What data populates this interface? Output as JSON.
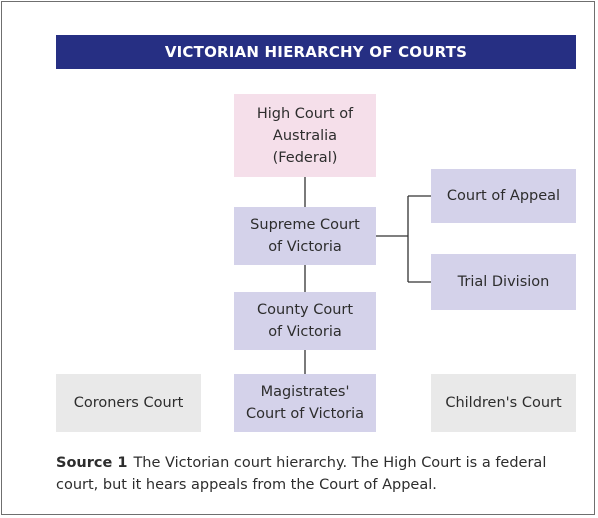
{
  "title": "VICTORIAN HIERARCHY OF COURTS",
  "courts": {
    "high": "High Court of\nAustralia\n(Federal)",
    "supreme": "Supreme Court\nof Victoria",
    "appeal": "Court of Appeal",
    "trial": "Trial Division",
    "county": "County Court\nof Victoria",
    "magistrates": "Magistrates'\nCourt of Victoria",
    "coroners": "Coroners Court",
    "childrens": "Children's Court"
  },
  "caption": {
    "label": "Source 1",
    "text": "The Victorian court hierarchy. The High Court is a federal court, but it hears appeals from the Court of Appeal."
  },
  "colors": {
    "banner": "#262f83",
    "high_court": "#f5dfea",
    "victorian_court": "#d4d2ea",
    "specialist_court": "#e9e9e9"
  }
}
